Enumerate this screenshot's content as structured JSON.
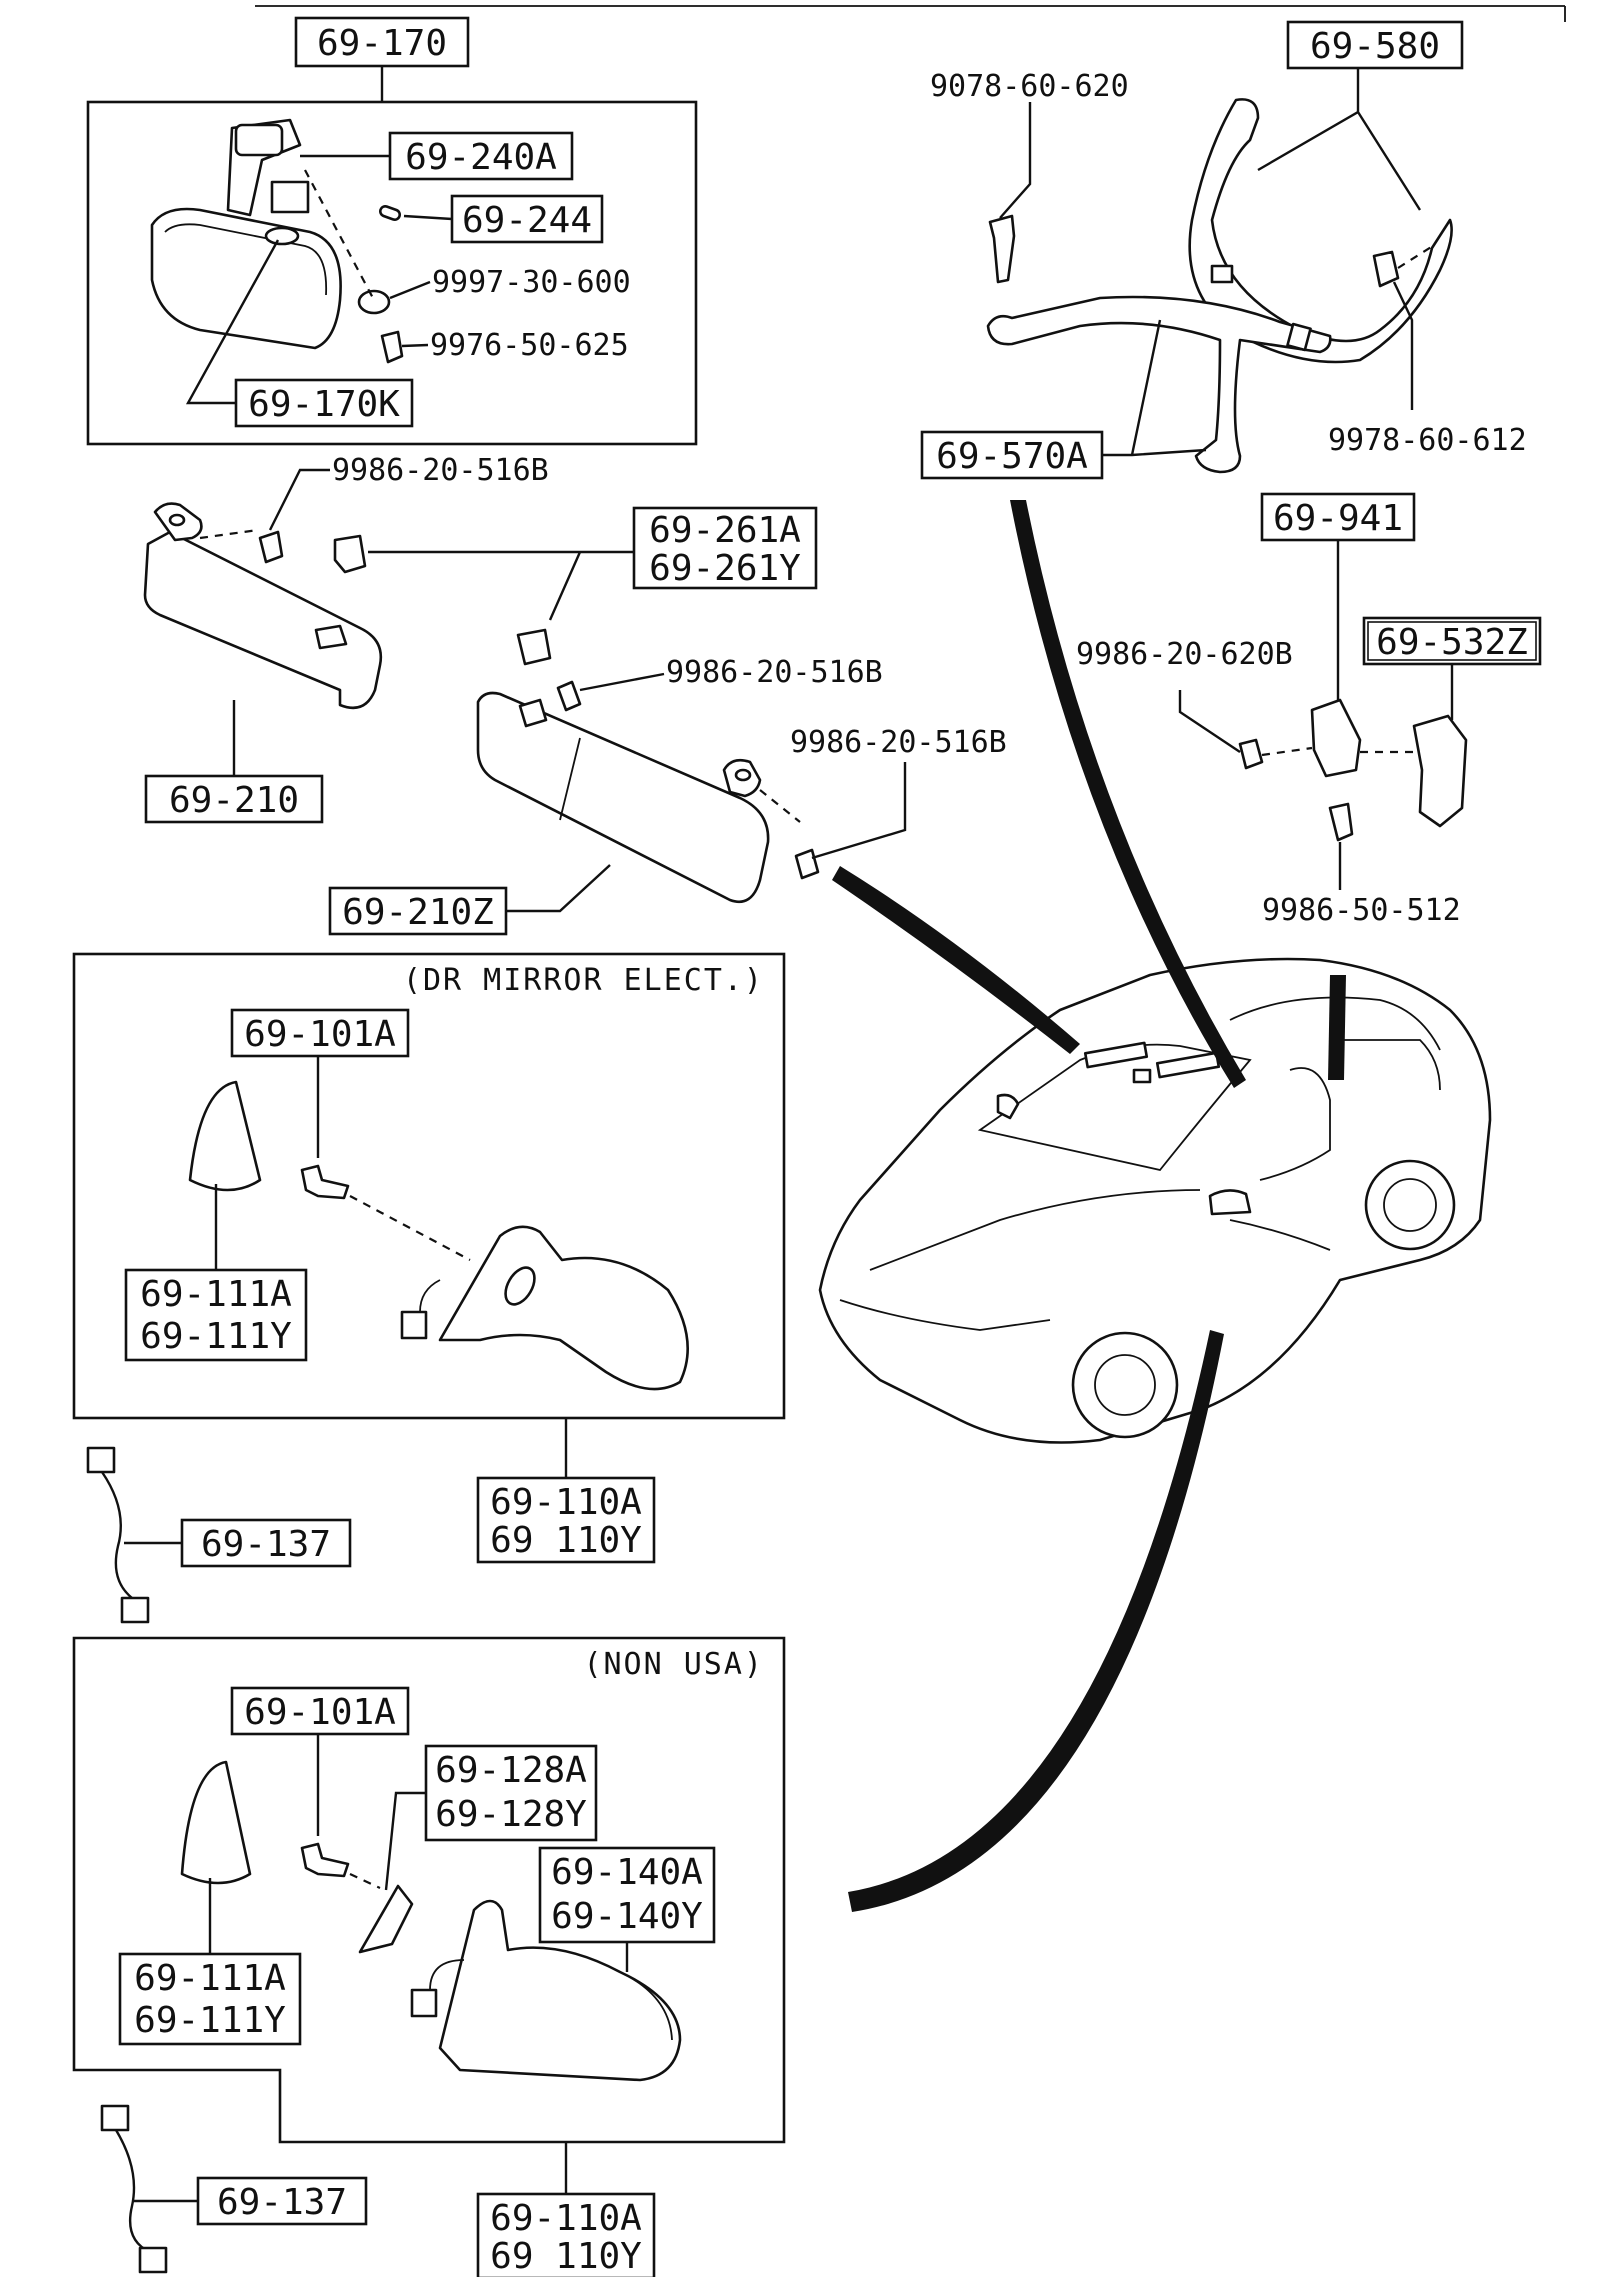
{
  "parts": {
    "p69_170": "69-170",
    "p69_240a": "69-240A",
    "p69_244": "69-244",
    "p9997_30_600": "9997-30-600",
    "p9976_50_625": "9976-50-625",
    "p69_170k": "69-170K",
    "p9986_20_516b_a": "9986-20-516B",
    "p69_261a": "69-261A",
    "p69_261y": "69-261Y",
    "p9986_20_516b_b": "9986-20-516B",
    "p9986_20_516b_c": "9986-20-516B",
    "p69_210": "69-210",
    "p69_210z": "69-210Z",
    "p9078_60_620": "9078-60-620",
    "p69_580": "69-580",
    "p69_570a": "69-570A",
    "p9978_60_612": "9978-60-612",
    "p69_941": "69-941",
    "p69_532z": "69-532Z",
    "p9986_20_620b": "9986-20-620B",
    "p9986_50_512": "9986-50-512",
    "p69_101a_1": "69-101A",
    "p69_111a_1": "69-111A",
    "p69_111y_1": "69-111Y",
    "p69_137_1": "69-137",
    "p69_110a_1": "69-110A",
    "p69_110y_1": "69 110Y",
    "p69_101a_2": "69-101A",
    "p69_128a": "69-128A",
    "p69_128y": "69-128Y",
    "p69_140a": "69-140A",
    "p69_140y": "69-140Y",
    "p69_111a_2": "69-111A",
    "p69_111y_2": "69-111Y",
    "p69_137_2": "69-137",
    "p69_110a_2": "69-110A",
    "p69_110y_2": "69 110Y"
  },
  "notes": {
    "dr_mirror": "(DR MIRROR ELECT.)",
    "non_usa": "(NON USA)"
  }
}
